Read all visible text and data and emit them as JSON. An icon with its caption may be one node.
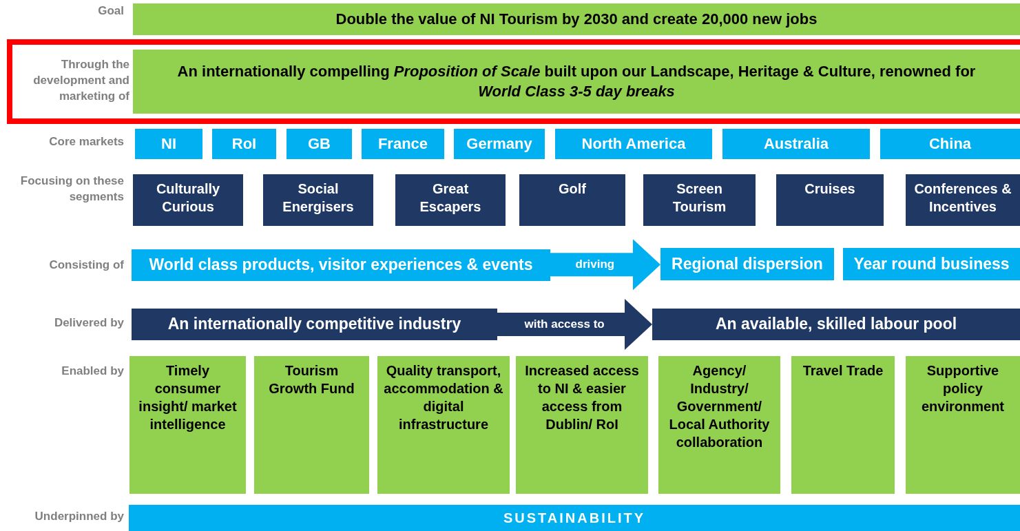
{
  "diagram": {
    "nodes": [
      {
        "text": [
          "Double the value of NI Tourism by 2030 and create 20,000 new jobs"
        ]
      },
      {
        "text": [
          "Through the development and marketing of"
        ]
      },
      {
        "text": [
          "An internationally compelling *Proposition of Scale* built upon our Landscape, Heritage & Culture, renowned for *World Class 3-5 day breaks*"
        ],
        "in": 1
      },
      {
        "text": [
          "NI"
        ]
      },
      {
        "text": [
          "RoI"
        ]
      },
      {
        "text": [
          "GB"
        ]
      },
      {
        "text": [
          "France"
        ]
      },
      {
        "text": [
          "Germany"
        ]
      },
      {
        "text": [
          "North America"
        ]
      },
      {
        "text": [
          "Australia"
        ]
      },
      {
        "text": [
          "China"
        ]
      },
      {
        "text": [
          "Culturally Curious"
        ]
      },
      {
        "text": [
          "Social Energisers"
        ]
      },
      {
        "text": [
          "Great Escapers"
        ]
      },
      {
        "text": [
          "Golf"
        ]
      },
      {
        "text": [
          "Screen Tourism"
        ]
      },
      {
        "text": [
          "Cruises"
        ]
      },
      {
        "text": [
          "Conferences & Incentives"
        ]
      },
      {
        "text": [
          "World class products, visitor experiences & events"
        ]
      },
      {
        "text": [
          "Regional dispersion"
        ]
      },
      {
        "text": [
          "Year round business"
        ]
      },
      {
        "text": [
          "An internationally competitive industry"
        ]
      },
      {
        "text": [
          "An available, skilled labour pool"
        ]
      },
      {
        "text": [
          "Timely consumer insight/ market intelligence"
        ]
      },
      {
        "text": [
          "Tourism Growth Fund"
        ]
      },
      {
        "text": [
          "Quality transport, accommodation & digital infrastructure"
        ]
      },
      {
        "text": [
          "Increased access to NI & easier access from Dublin/ RoI"
        ]
      },
      {
        "text": [
          "Agency/ Industry/ Government/ Local Authority collaboration"
        ]
      },
      {
        "text": [
          "Travel Trade"
        ]
      },
      {
        "text": [
          "Supportive policy environment"
        ]
      },
      {
        "text": [
          "SUSTAINABILITY"
        ]
      }
    ],
    "edges": [
      {
        "from": 18,
        "to": 19,
        "arrow": "to",
        "label": "driving",
        "color": "#00b0f0"
      },
      {
        "from": 21,
        "to": 22,
        "arrow": "to",
        "label": "with access to",
        "color": "#1f3864"
      }
    ],
    "labels": [
      "Goal",
      "Core markets",
      "Focusing on these segments",
      "Consisting of",
      "Delivered by",
      "Enabled by",
      "Underpinned by"
    ]
  }
}
